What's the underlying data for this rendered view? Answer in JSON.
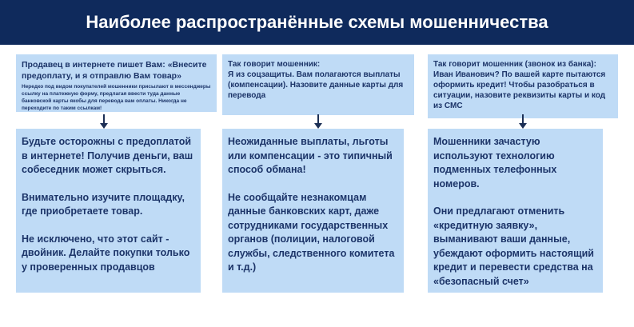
{
  "title": "Наиболее распространённые схемы мошенничества",
  "columns": [
    {
      "top": {
        "heading": "Продавец в интернете пишет Вам: «Внесите предоплату, и я отправлю Вам товар»",
        "note": "Нередко под видом покупателей мошенники присылают в мессенджеры ссылку на платежную форму, предлагая ввести туда данные банковской карты якобы для перевода вам оплаты. Никогда не переходите по таким ссылкам!"
      },
      "bottom": [
        "Будьте осторожны с предоплатой в интернете! Получив деньги, ваш собеседник может скрыться.",
        "Внимательно изучите площадку, где приобретаете товар.",
        "Не исключено, что этот сайт - двойник. Делайте покупки только у проверенных продавцов"
      ]
    },
    {
      "top": {
        "heading": "Так говорит мошенник:",
        "note": "Я из соцзащиты. Вам полагаются выплаты (компенсации). Назовите данные карты для перевода"
      },
      "bottom": [
        "Неожиданные выплаты, льготы или компенсации - это типичный способ обмана!",
        "Не сообщайте незнакомцам данные банковских карт, даже сотрудниками государственных органов (полиции, налоговой службы, следственного комитета и т.д.)"
      ]
    },
    {
      "top": {
        "heading": "Так говорит мошенник (звонок из банка):",
        "note": "Иван Иванович? По вашей карте пытаются оформить кредит! Чтобы разобраться в ситуации, назовите реквизиты карты и код из СМС"
      },
      "bottom": [
        "Мошенники зачастую используют технологию подменных телефонных номеров.",
        "Они предлагают отменить «кредитную заявку», выманивают ваши данные, убеждают оформить настоящий кредит и перевести средства на «безопасный счет»"
      ]
    }
  ],
  "colors": {
    "header": "#0f2a5c",
    "box": "#bfdbf6",
    "text": "#1c3468"
  }
}
